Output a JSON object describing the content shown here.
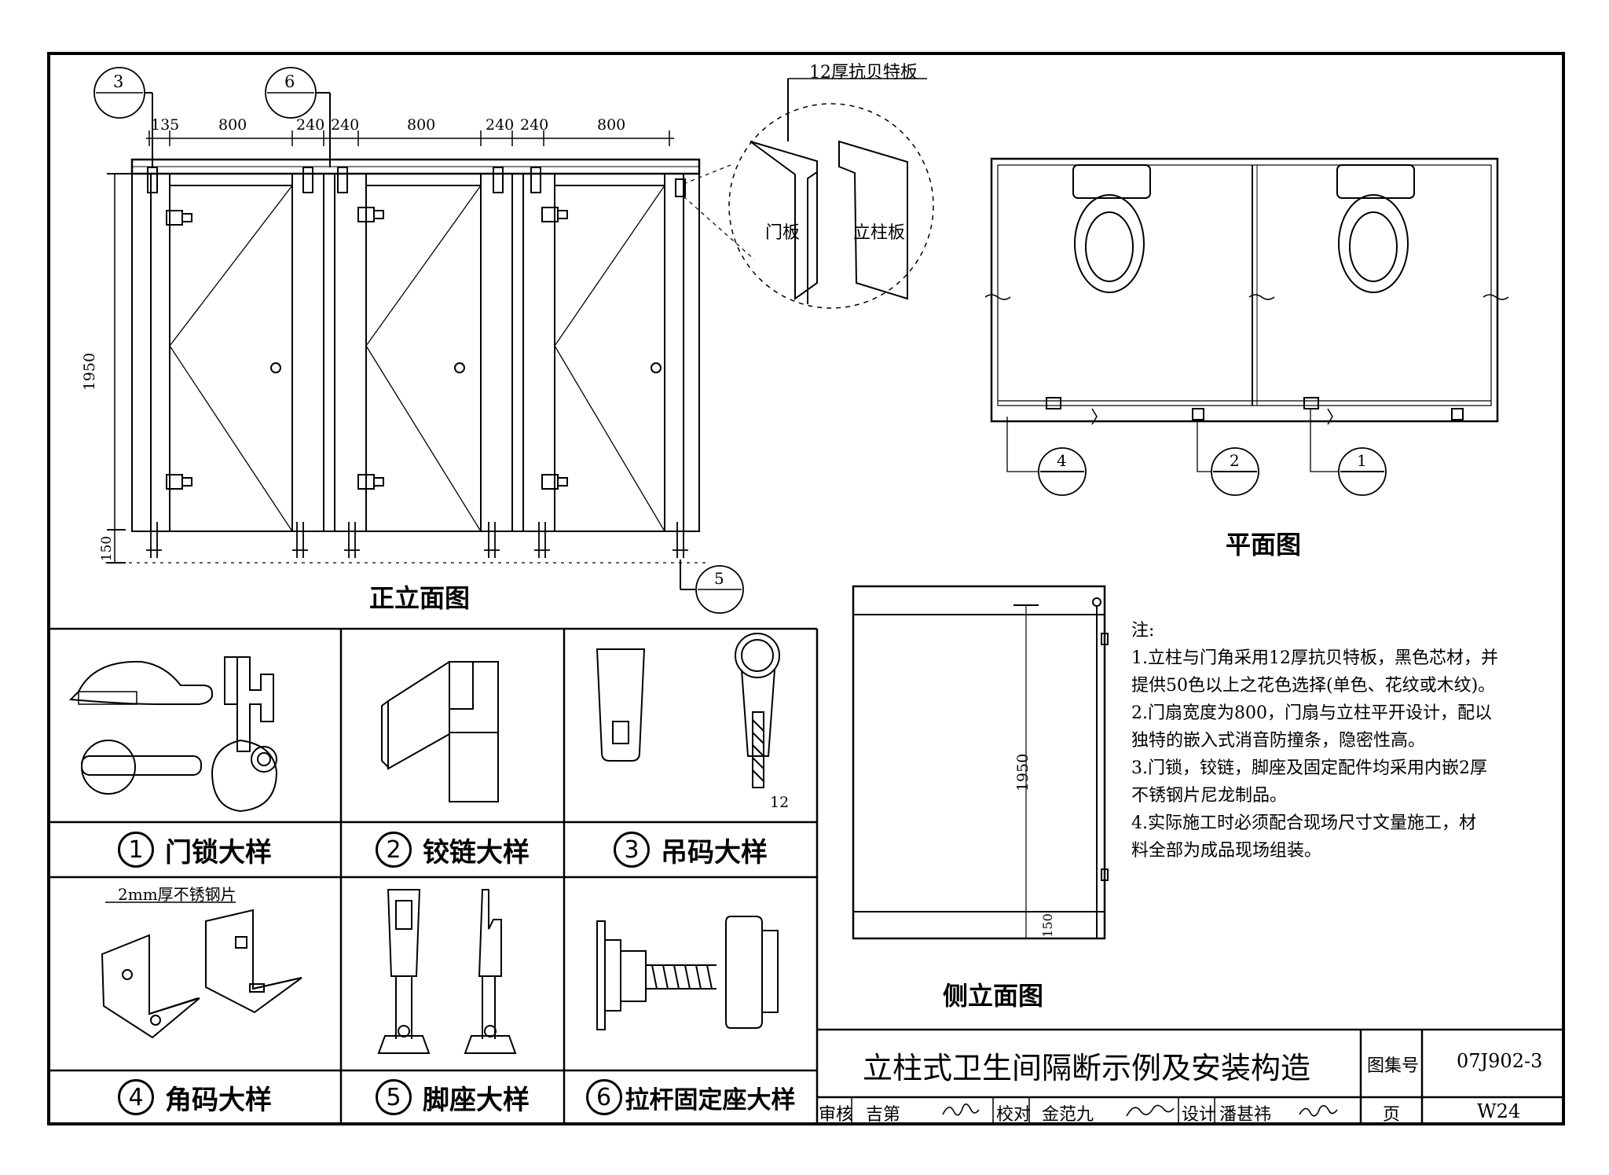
{
  "elevation": {
    "dims": [
      "135",
      "800",
      "240",
      "240",
      "800",
      "240",
      "240",
      "800"
    ],
    "height_dim": "1950",
    "base_dim": "150",
    "callout_3": "3",
    "callout_6": "6",
    "callout_5": "5",
    "caption": "正立面图"
  },
  "zoom_detail": {
    "top_label": "12厚抗贝特板",
    "door_label": "门板",
    "post_label": "立柱板"
  },
  "plan": {
    "callout_4": "4",
    "callout_2": "2",
    "callout_1": "1",
    "caption": "平面图"
  },
  "side": {
    "height_dim": "1950",
    "base_dim": "150",
    "caption": "侧立面图"
  },
  "notes": {
    "heading": "注:",
    "lines": [
      "1.立柱与门角采用12厚抗贝特板，黑色芯材，并",
      "  提供50色以上之花色选择(单色、花纹或木纹)。",
      "2.门扇宽度为800，门扇与立柱平开设计，配以",
      "  独特的嵌入式消音防撞条，隐密性高。",
      "3.门锁，铰链，脚座及固定配件均采用内嵌2厚",
      "  不锈钢片尼龙制品。",
      "4.实际施工时必须配合现场尺寸文量施工，材",
      "  料全部为成品现场组装。"
    ]
  },
  "details": [
    {
      "num": "1",
      "label": "门锁大样"
    },
    {
      "num": "2",
      "label": "铰链大样"
    },
    {
      "num": "3",
      "label": "吊码大样"
    },
    {
      "num": "4",
      "label": "角码大样"
    },
    {
      "num": "5",
      "label": "脚座大样"
    },
    {
      "num": "6",
      "label": "拉杆固定座大样"
    }
  ],
  "detail_notes": {
    "steel_plate": "2mm厚不锈钢片",
    "thickness_12": "12"
  },
  "title_block": {
    "title": "立柱式卫生间隔断示例及安装构造",
    "atlas_label": "图集号",
    "atlas_no": "07J902-3",
    "review_label": "审核",
    "reviewer": "吉第",
    "check_label": "校对",
    "checker": "金范九",
    "design_label": "设计",
    "designer": "潘甚祎",
    "page_label": "页",
    "page_no": "W24"
  }
}
